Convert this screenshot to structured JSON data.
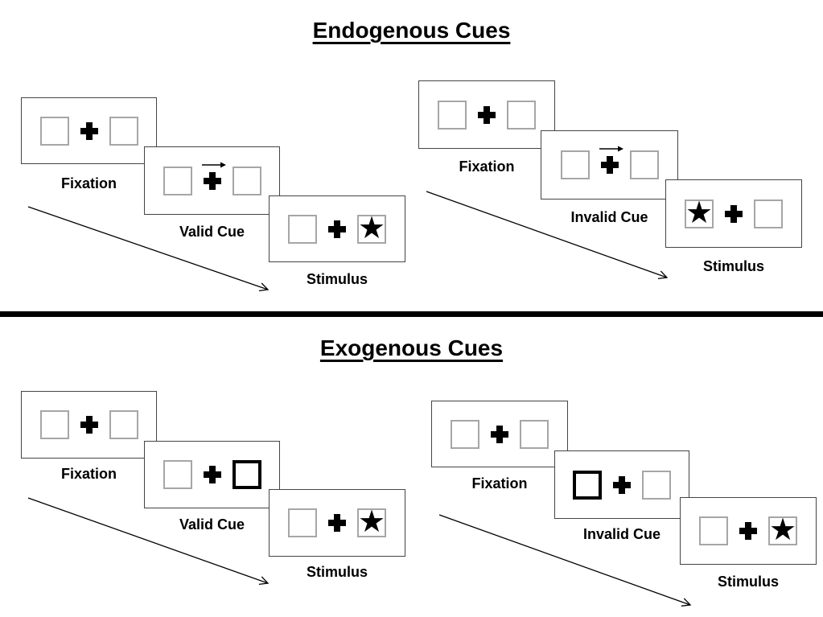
{
  "figure": {
    "type": "experiment-paradigm-diagram",
    "colors": {
      "background": "#ffffff",
      "ink": "#000000",
      "frame_border": "#444444",
      "placeholder_box_border": "#a6a6a6"
    }
  },
  "icons": {
    "star_glyph": "★",
    "fixation_cross": "bold-plus",
    "endogenous_cue_icon": "right-arrow",
    "exogenous_cue_icon": "thick-black-box"
  },
  "sections": [
    {
      "title": "Endogenous Cues",
      "panels": [
        {
          "condition": "valid",
          "cue_icon": "right-arrow-above-fixation",
          "cue_direction": "right",
          "star_side": "right",
          "frames": [
            {
              "label": "Fixation"
            },
            {
              "label": "Valid Cue"
            },
            {
              "label": "Stimulus"
            }
          ]
        },
        {
          "condition": "invalid",
          "cue_icon": "right-arrow-above-fixation",
          "cue_direction": "right",
          "star_side": "left",
          "frames": [
            {
              "label": "Fixation"
            },
            {
              "label": "Invalid Cue"
            },
            {
              "label": "Stimulus"
            }
          ]
        }
      ]
    },
    {
      "title": "Exogenous Cues",
      "panels": [
        {
          "condition": "valid",
          "cue_icon": "thick-box",
          "cue_side": "right",
          "star_side": "right",
          "frames": [
            {
              "label": "Fixation"
            },
            {
              "label": "Valid Cue"
            },
            {
              "label": "Stimulus"
            }
          ]
        },
        {
          "condition": "invalid",
          "cue_icon": "thick-box",
          "cue_side": "left",
          "star_side": "right",
          "frames": [
            {
              "label": "Fixation"
            },
            {
              "label": "Invalid Cue"
            },
            {
              "label": "Stimulus"
            }
          ]
        }
      ]
    }
  ]
}
